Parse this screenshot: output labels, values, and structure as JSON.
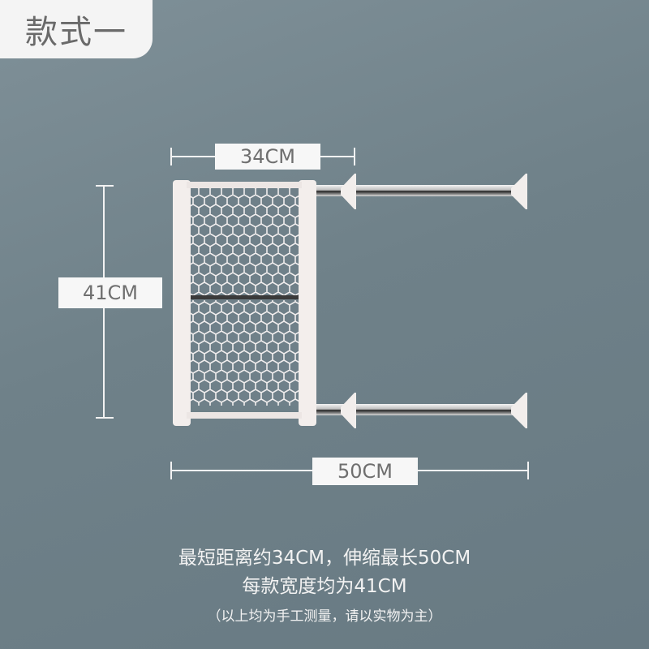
{
  "title": "款式一",
  "dimensions": {
    "min_length": "34CM",
    "height": "41CM",
    "max_length": "50CM"
  },
  "description": {
    "line1": "最短距离约34CM，伸缩最长50CM",
    "line2": "每款宽度均为41CM",
    "note": "（以上均为手工测量，请以实物为主）"
  },
  "colors": {
    "background": "#6f8189",
    "label_bg": "#f7f7f7",
    "text": "#f2f2f2"
  }
}
